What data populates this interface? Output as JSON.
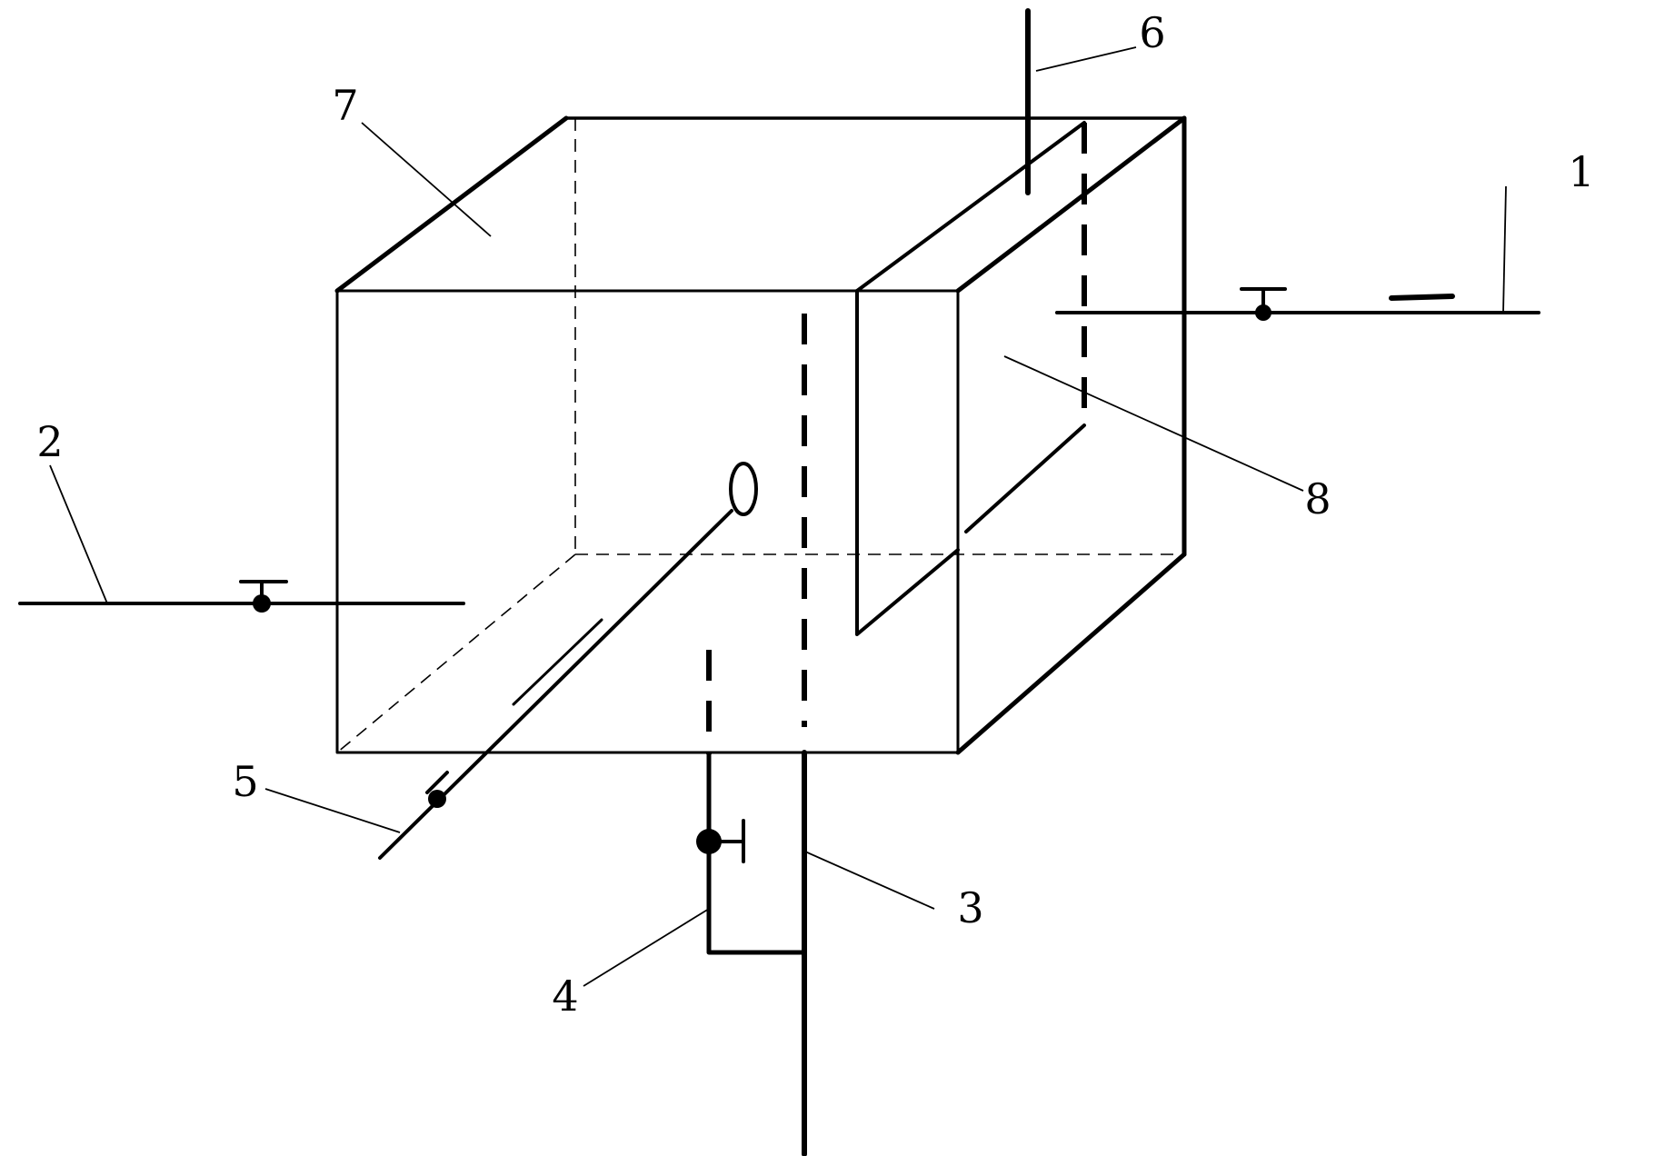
{
  "labels": {
    "inlet_pipe": "1",
    "outlet_pipe": "2",
    "drain_pipe": "3",
    "bypass_pipe": "4",
    "bottom_pipe": "5",
    "top_rod": "6",
    "tank_body": "7",
    "baffle_plate": "8"
  }
}
